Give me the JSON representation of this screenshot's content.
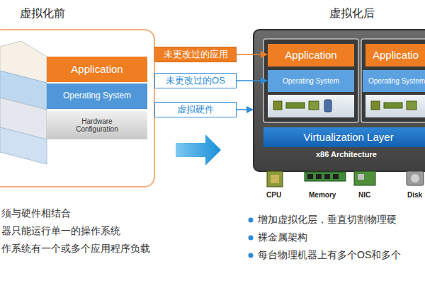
{
  "diagram": {
    "nodes": [
      {
        "text": [
          "虚拟化前"
        ]
      },
      {
        "text": [
          "Application"
        ],
        "in": 0
      },
      {
        "text": [
          "Operating System"
        ],
        "in": 0
      },
      {
        "text": [
          "Hardware Configuration"
        ],
        "in": 0
      },
      {
        "text": [
          "虚拟化后"
        ]
      },
      {
        "text": [
          "Application"
        ],
        "in": 4
      },
      {
        "text": [
          "Operating System"
        ],
        "in": 4
      },
      {
        "text": [
          "Applicatio"
        ],
        "in": 4
      },
      {
        "text": [
          "Operating System"
        ],
        "in": 4
      },
      {
        "text": [
          "Virtualization Layer"
        ],
        "in": 4
      },
      {
        "text": [
          "未更改过的应用"
        ]
      },
      {
        "text": [
          "未更改过的OS"
        ]
      },
      {
        "text": [
          "虚拟硬件"
        ]
      }
    ],
    "edges": [
      {
        "from": 0,
        "to": 4,
        "arrow": "to"
      },
      {
        "from": 10,
        "to": 5,
        "arrow": "to"
      },
      {
        "from": 11,
        "to": 6,
        "arrow": "to"
      },
      {
        "from": 12,
        "to": 4,
        "arrow": "to"
      }
    ],
    "labels": [
      "x86 Architecture",
      "CPU",
      "Memory",
      "NIC",
      "Disk",
      "须与硬件相结合",
      "器只能运行单一的操作系统",
      "作系统有一个或多个应用程序负载",
      "增加虚拟化层，垂直切割物理硬",
      "裸金属架构",
      "每台物理机器上有多个OS和多个"
    ]
  }
}
